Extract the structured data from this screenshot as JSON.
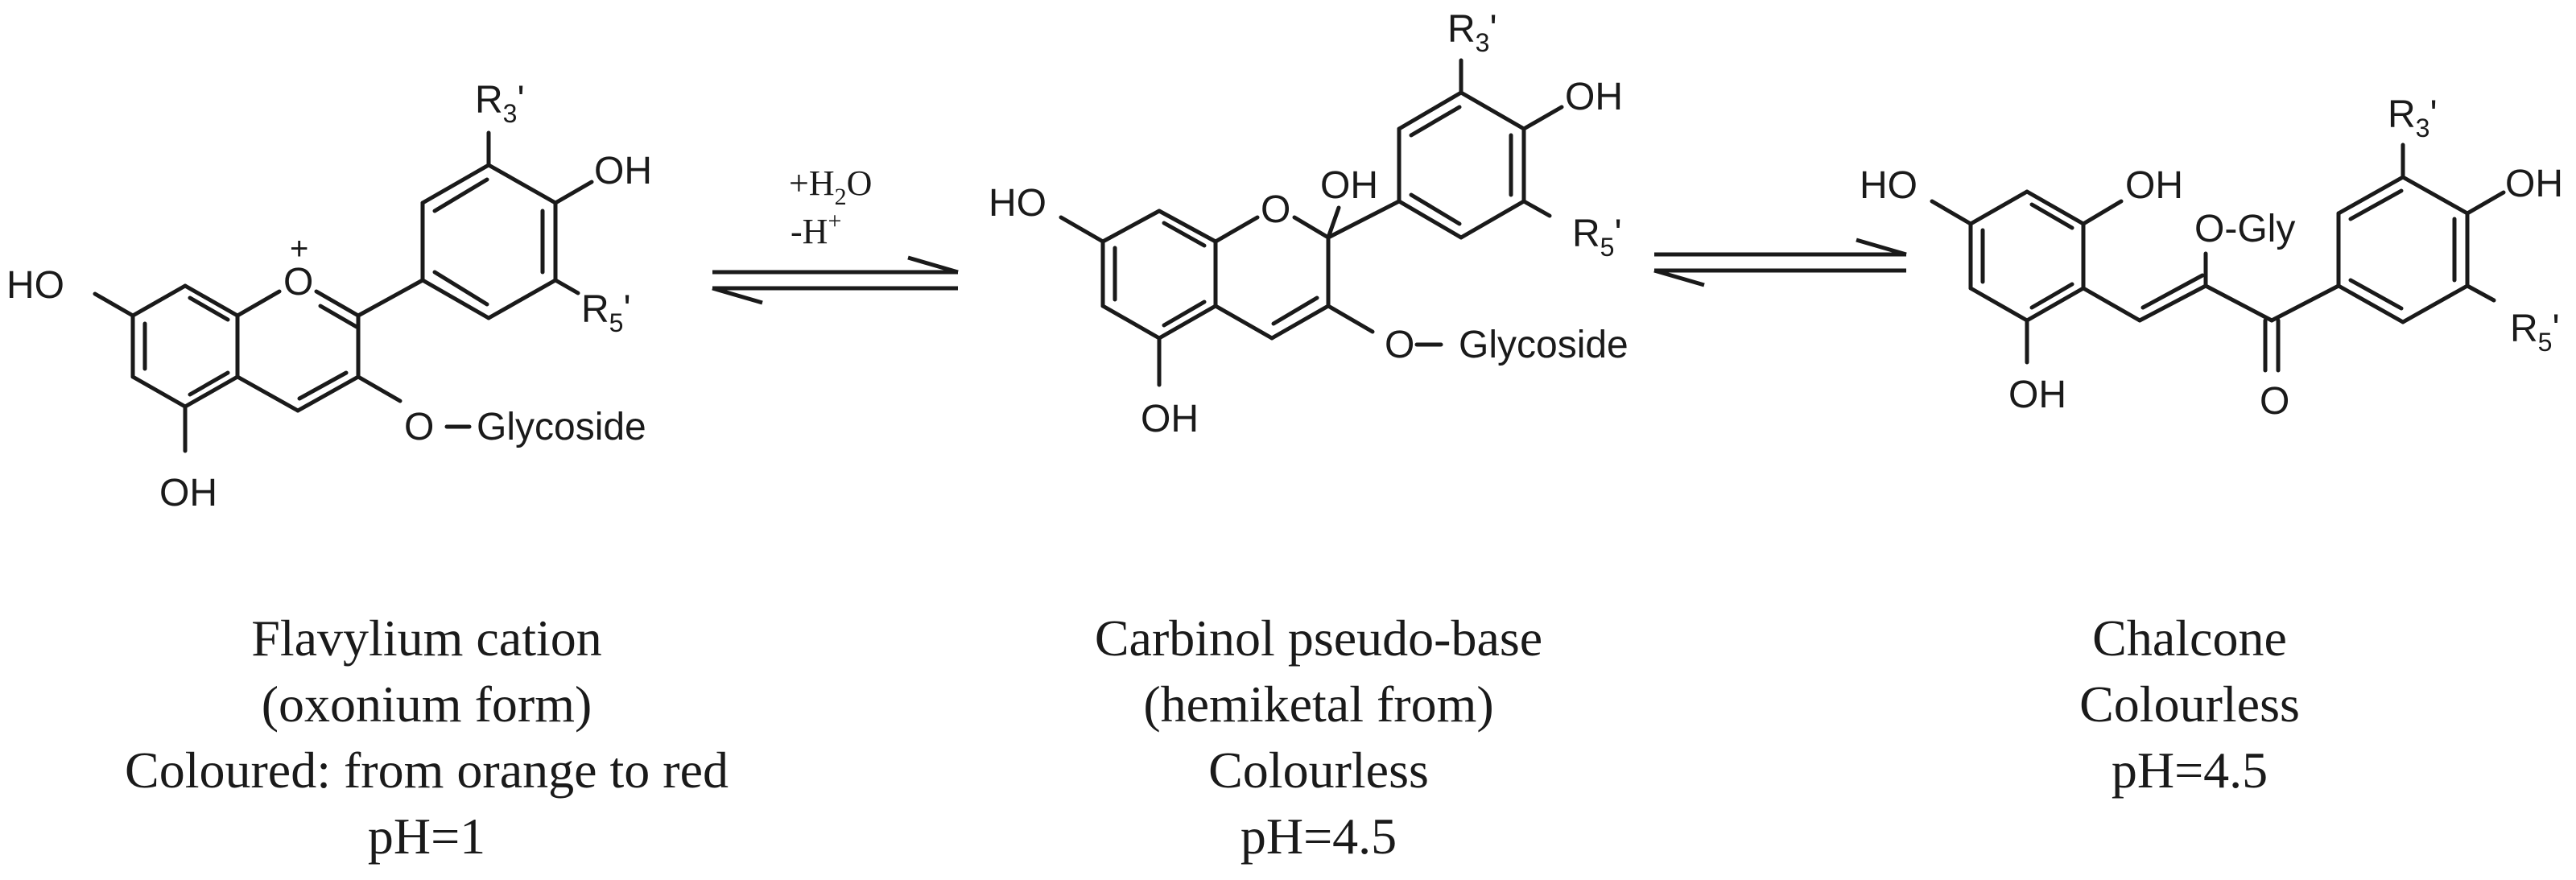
{
  "reagents": {
    "water": "+H",
    "water_sub": "2",
    "water_end": "O",
    "proton": "-H",
    "proton_sup": "+"
  },
  "labels": {
    "oh": "OH",
    "ho": "HO",
    "o": "O",
    "o_glycoside": "O",
    "glycoside": "Glycoside",
    "o_gly": "O-Gly",
    "r": "R",
    "r3_sub": "3",
    "r5_sub": "5",
    "prime": "'",
    "plus": "+"
  },
  "captions": [
    {
      "lines": [
        "Flavylium cation",
        "(oxonium form)",
        "Coloured: from orange to red",
        "pH=1"
      ]
    },
    {
      "lines": [
        "Carbinol pseudo-base",
        "(hemiketal from)",
        "Colourless",
        "pH=4.5"
      ]
    },
    {
      "lines": [
        "Chalcone",
        "Colourless",
        "pH=4.5"
      ]
    }
  ]
}
